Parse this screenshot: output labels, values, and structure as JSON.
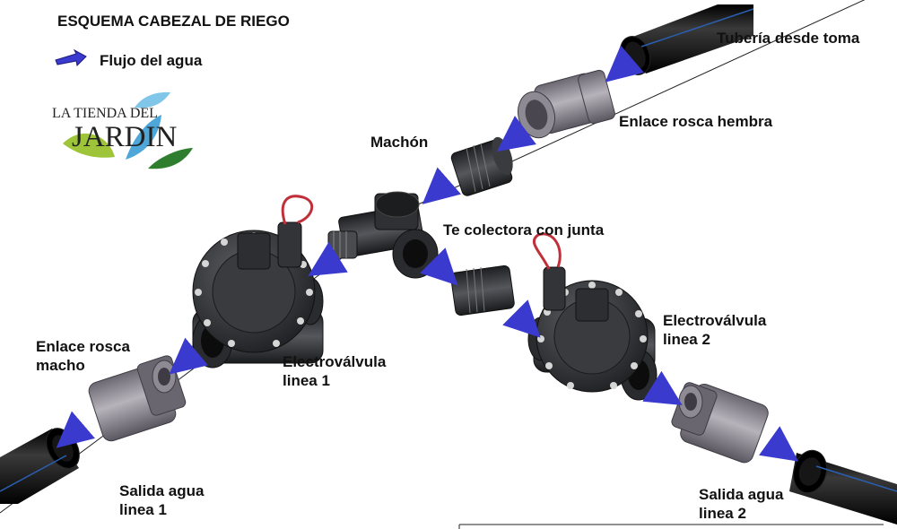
{
  "header": {
    "title": "ESQUEMA CABEZAL DE RIEGO",
    "legend_label": "Flujo del agua",
    "legend_arrow_color": "#3a3acf"
  },
  "logo": {
    "line1": "LA TIENDA DEL",
    "line2": "JARDIN"
  },
  "labels": {
    "pipe_inlet": "Tubería desde toma",
    "female_coupling": "Enlace rosca hembra",
    "nipple": "Machón",
    "tee": "Te colectora con junta",
    "valve1_l1": "Electroválvula",
    "valve1_l2": "linea 1",
    "valve2_l1": "Electroválvula",
    "valve2_l2": "linea 2",
    "male_coupling_l1": "Enlace rosca",
    "male_coupling_l2": "macho",
    "out1_l1": "Salida agua",
    "out1_l2": "linea 1",
    "out2_l1": "Salida agua",
    "out2_l2": "linea 2"
  },
  "colors": {
    "pipe": "#0b0b0b",
    "pipe_stripe": "#2a5fb0",
    "fitting": "#8a8790",
    "valve": "#2c2d30",
    "arrow": "#3a3acf",
    "wire": "#c0303a"
  }
}
